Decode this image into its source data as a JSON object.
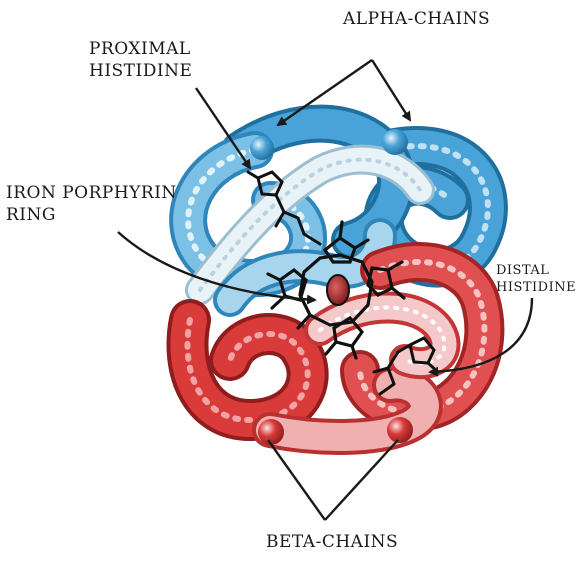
{
  "labels": {
    "alpha_chains": "ALPHA-CHAINS",
    "proximal_line1": "PROXIMAL",
    "proximal_line2": "HISTIDINE",
    "iron_line1": "IRON PORPHYRIN",
    "iron_line2": "RING",
    "distal_line1": "DISTAL",
    "distal_line2": "HISTIDINE",
    "beta_chains": "BETA-CHAINS"
  },
  "colors": {
    "alpha_chain": "#4aa3d8",
    "alpha_chain_light": "#d6ecf6",
    "beta_chain": "#d93a3a",
    "beta_chain_light": "#f3c6c6",
    "heme_iron": "#b5282a",
    "ink": "#1a1a1a"
  }
}
